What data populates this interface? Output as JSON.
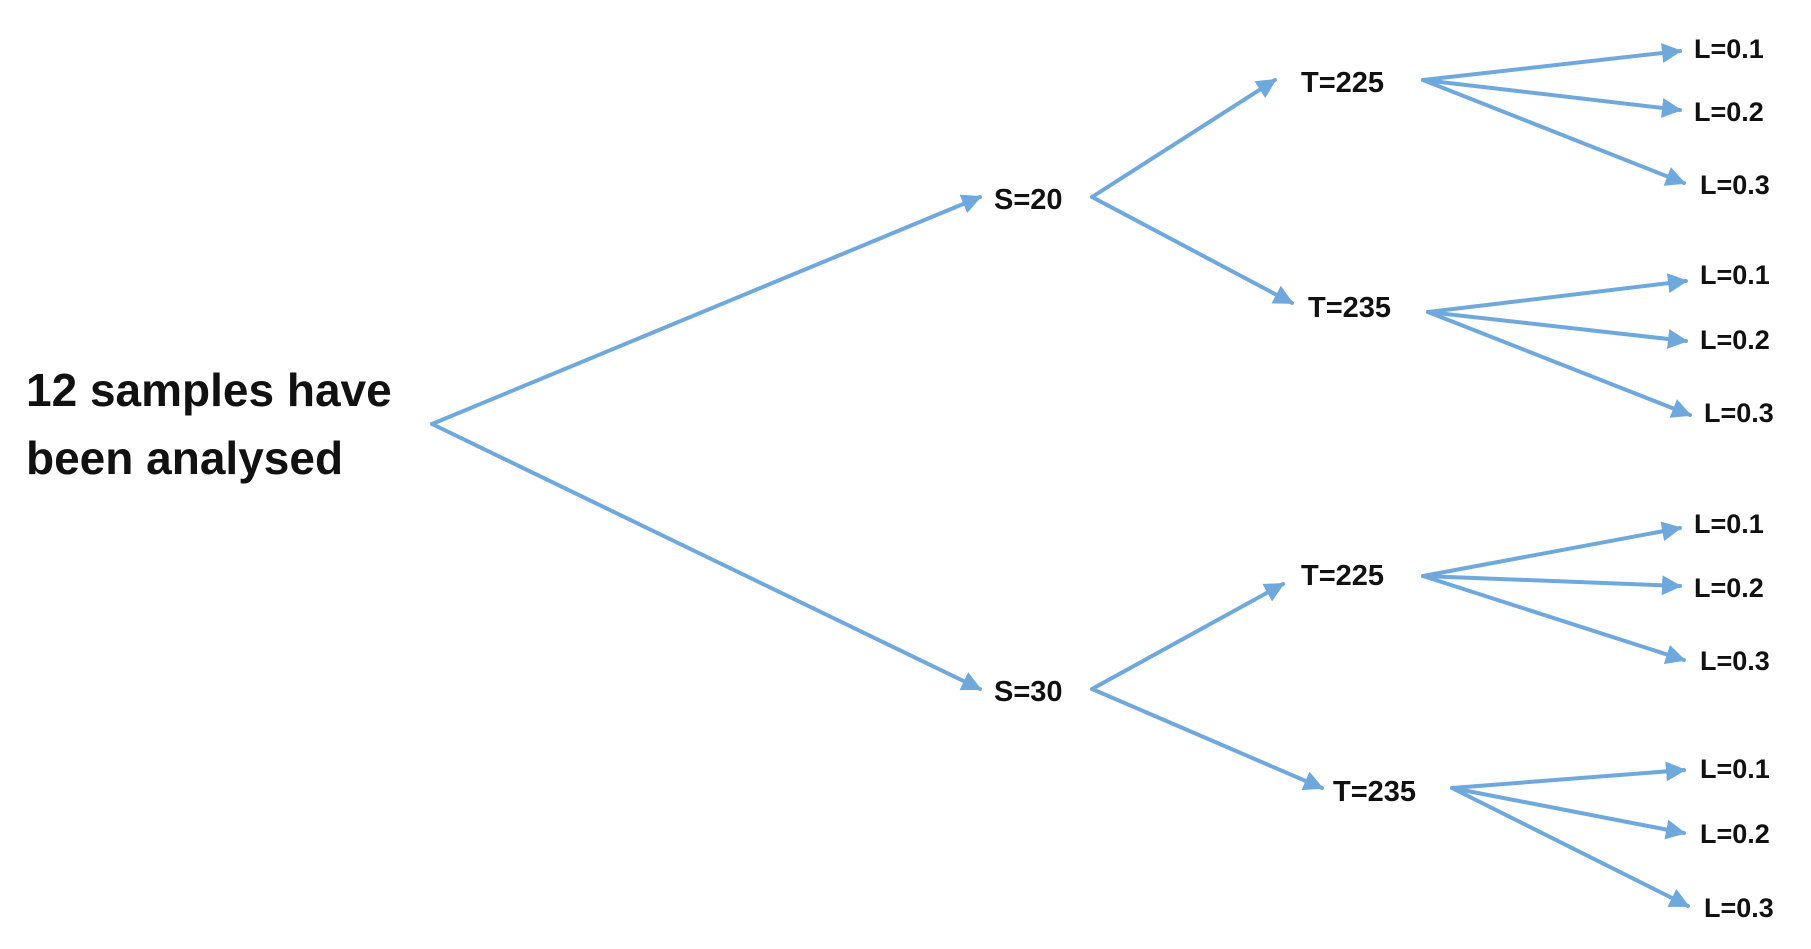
{
  "root": {
    "line1": "12 samples have",
    "line2": "been analysed"
  },
  "branches": [
    {
      "label": "S=20",
      "children": [
        {
          "label": "T=225",
          "leaves": [
            "L=0.1",
            "L=0.2",
            "L=0.3"
          ]
        },
        {
          "label": "T=235",
          "leaves": [
            "L=0.1",
            "L=0.2",
            "L=0.3"
          ]
        }
      ]
    },
    {
      "label": "S=30",
      "children": [
        {
          "label": "T=225",
          "leaves": [
            "L=0.1",
            "L=0.2",
            "L=0.3"
          ]
        },
        {
          "label": "T=235",
          "leaves": [
            "L=0.1",
            "L=0.2",
            "L=0.3"
          ]
        }
      ]
    }
  ],
  "colors": {
    "arrow": "#6fa8dc",
    "text": "#111111",
    "background": "#ffffff"
  }
}
